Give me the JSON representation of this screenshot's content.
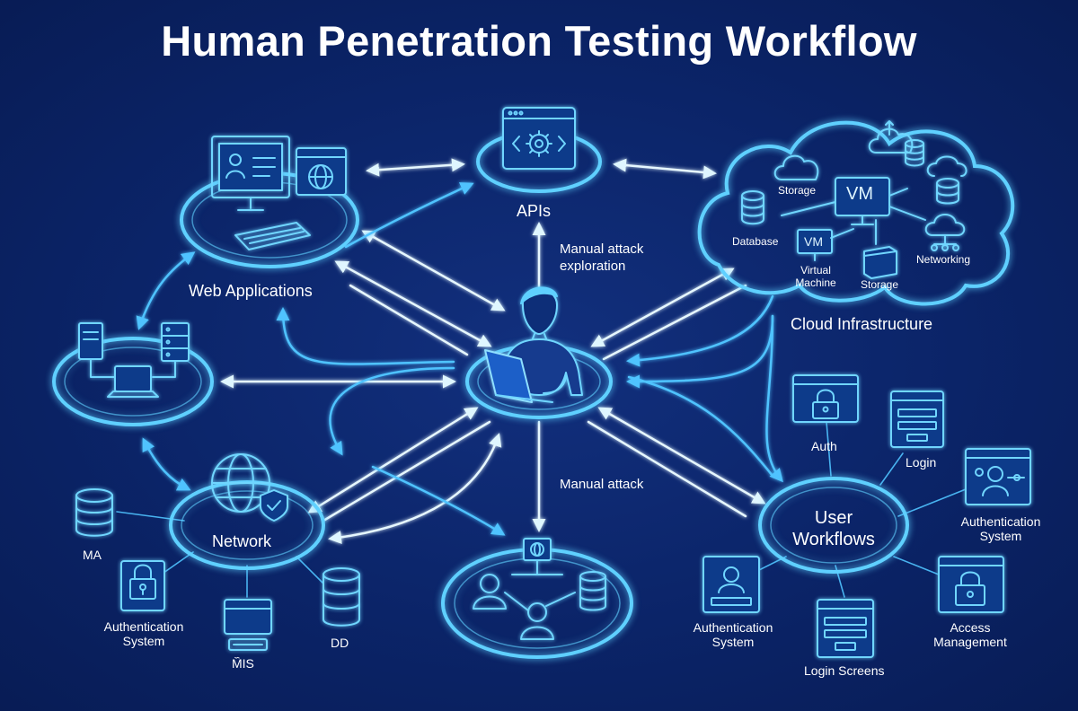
{
  "title": "Human Penetration Testing Workflow",
  "colors": {
    "background": "#0b2468",
    "glow": "#4fc3ff",
    "line": "#8fe0ff",
    "text": "#ffffff"
  },
  "nodes": {
    "web_apps": "Web Applications",
    "apis": "APIs",
    "cloud": "Cloud Infrastructure",
    "network": "Network",
    "user_workflows": "User\nWorkflows",
    "tester": ""
  },
  "annotations": {
    "top": "Manual attack\nexploration",
    "bottom": "Manual attack"
  },
  "cloud_items": {
    "storage_top": "Storage",
    "vm_top": "VM",
    "database": "Database",
    "vm_small": "VM",
    "virtual_machine": "Virtual\nMachine",
    "storage_bottom": "Storage",
    "networking": "Networking"
  },
  "network_items": {
    "ma": "MA",
    "auth_system": "Authentication\nSystem",
    "mis": "M᷈IS",
    "dd": "DD"
  },
  "user_items": {
    "auth": "Auth",
    "login": "Login",
    "auth_system_right": "Authentication\nSystem",
    "auth_system_left": "Authentication\nSystem",
    "login_screens": "Login Screens",
    "access_management": "Access\nManagement"
  },
  "icons": [
    "monitor-user-icon",
    "browser-globe-icon",
    "api-gear-icon",
    "cloud-icon",
    "database-icon",
    "vm-icon",
    "server-icon",
    "laptop-icon",
    "globe-shield-icon",
    "lock-icon",
    "login-form-icon",
    "user-icon",
    "hacker-icon"
  ]
}
